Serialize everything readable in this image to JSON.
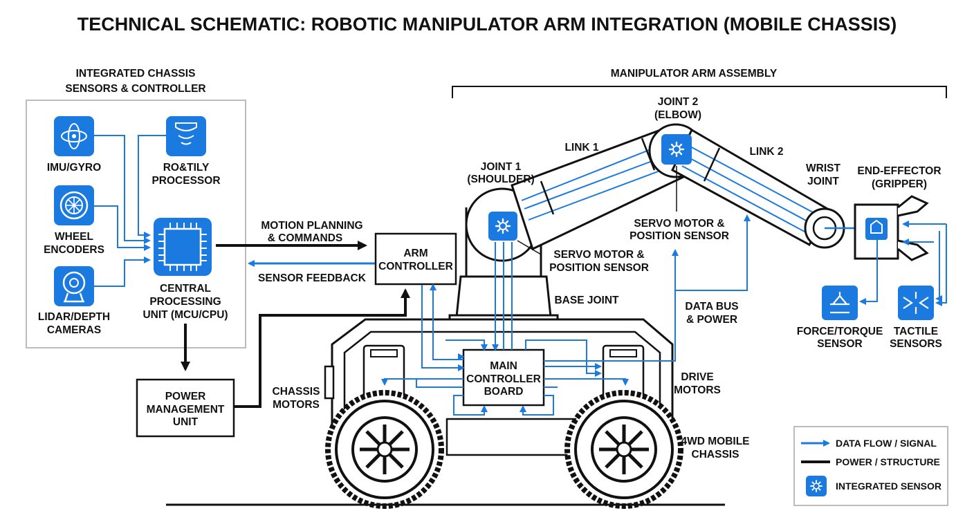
{
  "title": "TECHNICAL SCHEMATIC: ROBOTIC MANIPULATOR ARM INTEGRATION (MOBILE CHASSIS)",
  "colors": {
    "signal": "#1a7ae0",
    "structure": "#111111",
    "icon_bg": "#1a7ae0"
  },
  "chassis_panel": {
    "heading": [
      "INTEGRATED CHASSIS",
      "SENSORS & CONTROLLER"
    ],
    "imu": {
      "label": "IMU/GYRO",
      "icon": "gyro-icon"
    },
    "wheel_encoders": {
      "label": [
        "WHEEL",
        "ENCODERS"
      ],
      "icon": "wheel-icon"
    },
    "lidar": {
      "label": [
        "LIDAR/DEPTH",
        "CAMERAS"
      ],
      "icon": "camera-icon"
    },
    "processor": {
      "label": [
        "RO&TILY",
        "PROCESSOR"
      ],
      "icon": "signal-icon"
    },
    "cpu": {
      "label": [
        "CENTRAL",
        "PROCESSING",
        "UNIT (MCU/CPU)"
      ],
      "icon": "chip-icon"
    }
  },
  "power_management": [
    "POWER",
    "MANAGEMENT",
    "UNIT"
  ],
  "motion_planning": [
    "MOTION PLANNING",
    "& COMMANDS"
  ],
  "sensor_feedback": "SENSOR FEEDBACK",
  "arm_controller": [
    "ARM",
    "CONTROLLER"
  ],
  "arm_assembly": {
    "heading": "MANIPULATOR ARM ASSEMBLY",
    "joint1": [
      "JOINT 1",
      "(SHOULDER)"
    ],
    "joint2": [
      "JOINT 2",
      "(ELBOW)"
    ],
    "link1": "LINK 1",
    "link2": "LINK 2",
    "wrist": [
      "WRIST",
      "JOINT"
    ],
    "end_effector": [
      "END-EFFECTOR",
      "(GRIPPER)"
    ],
    "servo_shoulder": [
      "SERVO MOTOR &",
      "POSITION SENSOR"
    ],
    "servo_elbow": [
      "SERVO MOTOR &",
      "POSITION SENSOR"
    ],
    "base_joint": "BASE JOINT",
    "force_torque": {
      "label": [
        "FORCE/TORQUE",
        "SENSOR"
      ],
      "icon": "force-sensor-icon"
    },
    "tactile": {
      "label": [
        "TACTILE",
        "SENSORS"
      ],
      "icon": "tactile-icon"
    }
  },
  "data_bus": [
    "DATA BUS",
    "& POWER"
  ],
  "main_controller": [
    "MAIN",
    "CONTROLLER",
    "BOARD"
  ],
  "chassis_motors": [
    "CHASSIS",
    "MOTORS"
  ],
  "drive_motors": [
    "DRIVE",
    "MOTORS"
  ],
  "mobile_chassis": [
    "4WD MOBILE",
    "CHASSIS"
  ],
  "legend": {
    "items": [
      {
        "label": "DATA FLOW / SIGNAL",
        "kind": "signal"
      },
      {
        "label": "POWER / STRUCTURE",
        "kind": "structure"
      },
      {
        "label": "INTEGRATED SENSOR",
        "kind": "sensor",
        "icon": "gear-icon"
      }
    ]
  }
}
